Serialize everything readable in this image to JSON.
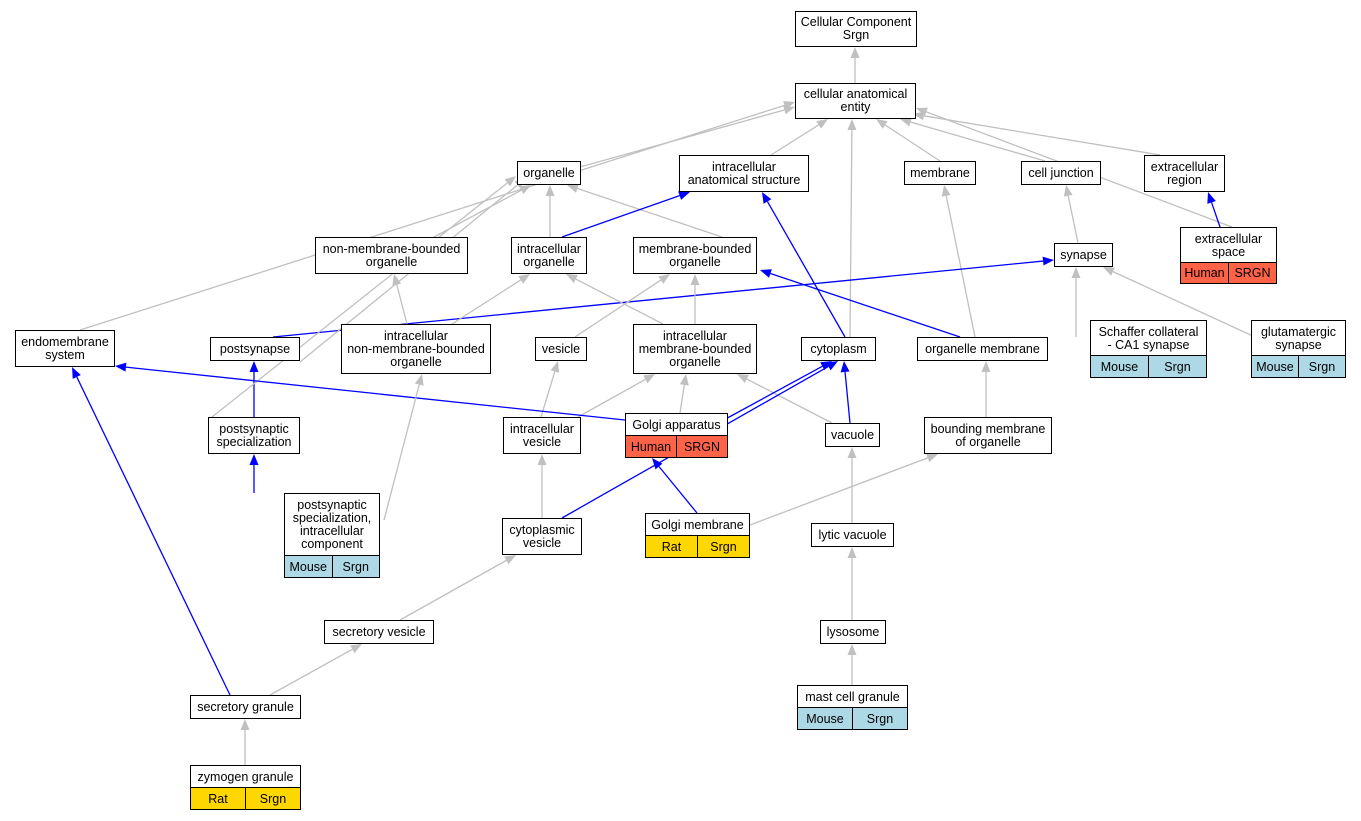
{
  "terms": {
    "root": "Cellular Component\nSrgn",
    "cae": "cellular anatomical\nentity",
    "organelle": "organelle",
    "ias": "intracellular\nanatomical structure",
    "membrane": "membrane",
    "celljunction": "cell junction",
    "extracellular_region": "extracellular\nregion",
    "nmbo": "non-membrane-bounded\norganelle",
    "intracellular_organelle": "intracellular\norganelle",
    "mbo": "membrane-bounded\norganelle",
    "synapse": "synapse",
    "extracellular_space": "extracellular\nspace",
    "endomembrane": "endomembrane\nsystem",
    "postsynapse": "postsynapse",
    "inmbo": "intracellular\nnon-membrane-bounded\norganelle",
    "vesicle": "vesicle",
    "imbo": "intracellular\nmembrane-bounded\norganelle",
    "cytoplasm": "cytoplasm",
    "organelle_membrane": "organelle membrane",
    "schaffer": "Schaffer collateral\n- CA1 synapse",
    "glutamatergic": "glutamatergic\nsynapse",
    "postsyn_spec": "postsynaptic\nspecialization",
    "intracellular_vesicle": "intracellular\nvesicle",
    "golgi_apparatus": "Golgi apparatus",
    "vacuole": "vacuole",
    "bounding_membrane": "bounding membrane\nof organelle",
    "psic": "postsynaptic\nspecialization,\nintracellular\ncomponent",
    "cytoplasmic_vesicle": "cytoplasmic\nvesicle",
    "golgi_membrane": "Golgi membrane",
    "lytic_vacuole": "lytic vacuole",
    "secretory_vesicle": "secretory vesicle",
    "lysosome": "lysosome",
    "secretory_granule": "secretory granule",
    "mast_cell_granule": "mast cell granule",
    "zymogen_granule": "zymogen granule"
  },
  "annotations": {
    "extracellular_space": [
      "Human",
      "SRGN"
    ],
    "schaffer": [
      "Mouse",
      "Srgn"
    ],
    "glutamatergic": [
      "Mouse",
      "Srgn"
    ],
    "golgi_apparatus": [
      "Human",
      "SRGN"
    ],
    "psic": [
      "Mouse",
      "Srgn"
    ],
    "golgi_membrane": [
      "Rat",
      "Srgn"
    ],
    "mast_cell_granule": [
      "Mouse",
      "Srgn"
    ],
    "zymogen_granule": [
      "Rat",
      "Srgn"
    ]
  },
  "colors": {
    "Human": "#ff6347",
    "Mouse": "#add8e6",
    "Rat": "#ffd700",
    "edge_grey": "#c0c0c0",
    "edge_blue": "#0000ff"
  }
}
